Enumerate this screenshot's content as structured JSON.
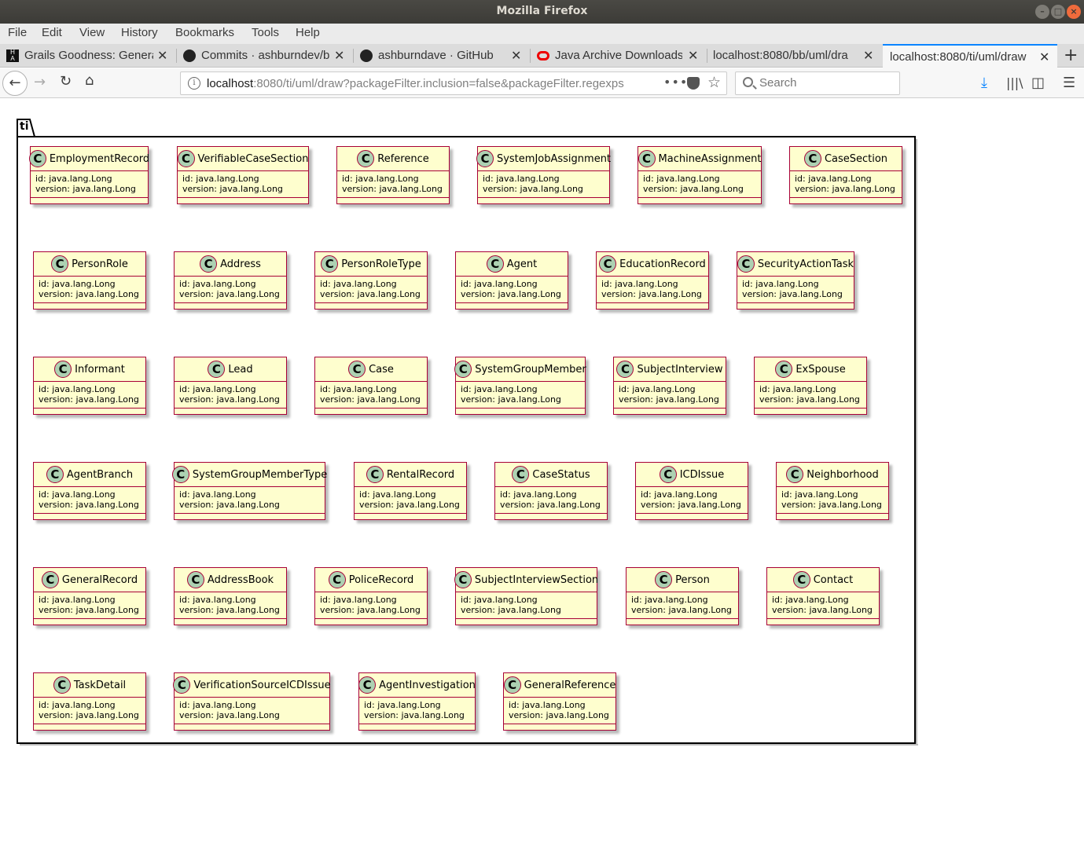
{
  "window": {
    "title": "Mozilla Firefox",
    "controls": [
      "minimize",
      "maximize",
      "close"
    ]
  },
  "menu": [
    "File",
    "Edit",
    "View",
    "History",
    "Bookmarks",
    "Tools",
    "Help"
  ],
  "tabs": [
    {
      "label": "Grails Goodness: Genera",
      "icon": "grails-icon",
      "active": false
    },
    {
      "label": "Commits · ashburndev/b",
      "icon": "github-icon",
      "active": false
    },
    {
      "label": "ashburndave · GitHub",
      "icon": "github-icon",
      "active": false
    },
    {
      "label": "Java Archive Downloads",
      "icon": "oracle-icon",
      "active": false
    },
    {
      "label": "localhost:8080/bb/uml/dra",
      "icon": "",
      "active": false
    },
    {
      "label": "localhost:8080/ti/uml/draw",
      "icon": "",
      "active": true
    }
  ],
  "urlbar": {
    "host": "localhost",
    "rest": ":8080/ti/uml/draw?packageFilter.inclusion=false&packageFilter.regexps"
  },
  "search": {
    "placeholder": "Search"
  },
  "diagram": {
    "package": "ti",
    "class_icon_letter": "C",
    "colors": {
      "fill": "#fefece",
      "border": "#a80036",
      "icon": "#add1b2"
    },
    "rows": [
      [
        {
          "name": "EmploymentRecord",
          "attrs": [
            "id: java.lang.Long",
            "version: java.lang.Long"
          ]
        },
        {
          "name": "VerifiableCaseSection",
          "attrs": [
            "id: java.lang.Long",
            "version: java.lang.Long"
          ]
        },
        {
          "name": "Reference",
          "attrs": [
            "id: java.lang.Long",
            "version: java.lang.Long"
          ]
        },
        {
          "name": "SystemJobAssignment",
          "attrs": [
            "id: java.lang.Long",
            "version: java.lang.Long"
          ]
        },
        {
          "name": "MachineAssignment",
          "attrs": [
            "id: java.lang.Long",
            "version: java.lang.Long"
          ]
        },
        {
          "name": "CaseSection",
          "attrs": [
            "id: java.lang.Long",
            "version: java.lang.Long"
          ]
        }
      ],
      [
        {
          "name": "PersonRole",
          "attrs": [
            "id: java.lang.Long",
            "version: java.lang.Long"
          ]
        },
        {
          "name": "Address",
          "attrs": [
            "id: java.lang.Long",
            "version: java.lang.Long"
          ]
        },
        {
          "name": "PersonRoleType",
          "attrs": [
            "id: java.lang.Long",
            "version: java.lang.Long"
          ]
        },
        {
          "name": "Agent",
          "attrs": [
            "id: java.lang.Long",
            "version: java.lang.Long"
          ]
        },
        {
          "name": "EducationRecord",
          "attrs": [
            "id: java.lang.Long",
            "version: java.lang.Long"
          ]
        },
        {
          "name": "SecurityActionTask",
          "attrs": [
            "id: java.lang.Long",
            "version: java.lang.Long"
          ]
        }
      ],
      [
        {
          "name": "Informant",
          "attrs": [
            "id: java.lang.Long",
            "version: java.lang.Long"
          ]
        },
        {
          "name": "Lead",
          "attrs": [
            "id: java.lang.Long",
            "version: java.lang.Long"
          ]
        },
        {
          "name": "Case",
          "attrs": [
            "id: java.lang.Long",
            "version: java.lang.Long"
          ]
        },
        {
          "name": "SystemGroupMember",
          "attrs": [
            "id: java.lang.Long",
            "version: java.lang.Long"
          ]
        },
        {
          "name": "SubjectInterview",
          "attrs": [
            "id: java.lang.Long",
            "version: java.lang.Long"
          ]
        },
        {
          "name": "ExSpouse",
          "attrs": [
            "id: java.lang.Long",
            "version: java.lang.Long"
          ]
        }
      ],
      [
        {
          "name": "AgentBranch",
          "attrs": [
            "id: java.lang.Long",
            "version: java.lang.Long"
          ]
        },
        {
          "name": "SystemGroupMemberType",
          "attrs": [
            "id: java.lang.Long",
            "version: java.lang.Long"
          ]
        },
        {
          "name": "RentalRecord",
          "attrs": [
            "id: java.lang.Long",
            "version: java.lang.Long"
          ]
        },
        {
          "name": "CaseStatus",
          "attrs": [
            "id: java.lang.Long",
            "version: java.lang.Long"
          ]
        },
        {
          "name": "ICDIssue",
          "attrs": [
            "id: java.lang.Long",
            "version: java.lang.Long"
          ]
        },
        {
          "name": "Neighborhood",
          "attrs": [
            "id: java.lang.Long",
            "version: java.lang.Long"
          ]
        }
      ],
      [
        {
          "name": "GeneralRecord",
          "attrs": [
            "id: java.lang.Long",
            "version: java.lang.Long"
          ]
        },
        {
          "name": "AddressBook",
          "attrs": [
            "id: java.lang.Long",
            "version: java.lang.Long"
          ]
        },
        {
          "name": "PoliceRecord",
          "attrs": [
            "id: java.lang.Long",
            "version: java.lang.Long"
          ]
        },
        {
          "name": "SubjectInterviewSection",
          "attrs": [
            "id: java.lang.Long",
            "version: java.lang.Long"
          ]
        },
        {
          "name": "Person",
          "attrs": [
            "id: java.lang.Long",
            "version: java.lang.Long"
          ]
        },
        {
          "name": "Contact",
          "attrs": [
            "id: java.lang.Long",
            "version: java.lang.Long"
          ]
        }
      ],
      [
        {
          "name": "TaskDetail",
          "attrs": [
            "id: java.lang.Long",
            "version: java.lang.Long"
          ]
        },
        {
          "name": "VerificationSourceICDIssue",
          "attrs": [
            "id: java.lang.Long",
            "version: java.lang.Long"
          ]
        },
        {
          "name": "AgentInvestigation",
          "attrs": [
            "id: java.lang.Long",
            "version: java.lang.Long"
          ]
        },
        {
          "name": "GeneralReference",
          "attrs": [
            "id: java.lang.Long",
            "version: java.lang.Long"
          ]
        }
      ]
    ]
  }
}
